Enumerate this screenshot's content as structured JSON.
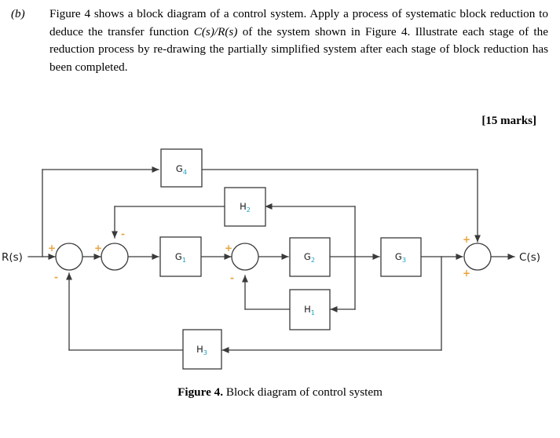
{
  "question": {
    "label": "(b)",
    "text_part1": "Figure 4 shows a block diagram of a control system. Apply a process of systematic block reduction to deduce the transfer function ",
    "transfer_function": "C(s)/R(s)",
    "text_part2": " of the system shown in Figure 4. Illustrate each stage of the reduction process by re-drawing the partially simplified system after each stage of block reduction has been completed.",
    "marks": "[15 marks]"
  },
  "diagram": {
    "input_label": "R(s)",
    "output_label": "C(s)",
    "blocks": [
      {
        "id": "G4",
        "base": "G",
        "sub": "4"
      },
      {
        "id": "H2",
        "base": "H",
        "sub": "2"
      },
      {
        "id": "G1",
        "base": "G",
        "sub": "1"
      },
      {
        "id": "G2",
        "base": "G",
        "sub": "2"
      },
      {
        "id": "G3",
        "base": "G",
        "sub": "3"
      },
      {
        "id": "H1",
        "base": "H",
        "sub": "1"
      },
      {
        "id": "H3",
        "base": "H",
        "sub": "3"
      }
    ],
    "summing_junctions": [
      {
        "id": "sum1",
        "signs": [
          "+",
          "-"
        ]
      },
      {
        "id": "sum2",
        "signs": [
          "+",
          "-"
        ]
      },
      {
        "id": "sum3",
        "signs": [
          "+",
          "-"
        ]
      },
      {
        "id": "sum4",
        "signs": [
          "+",
          "+"
        ]
      }
    ],
    "signs": {
      "sum1_in": "+",
      "sum1_fb": "-",
      "sum2_in": "+",
      "sum2_fb": "-",
      "sum3_in": "+",
      "sum3_fb": "-",
      "sum4_top": "+",
      "sum4_in": "+"
    },
    "line_color": "#3a3a3a"
  },
  "caption": {
    "bold": "Figure 4.",
    "rest": " Block diagram of control system"
  }
}
